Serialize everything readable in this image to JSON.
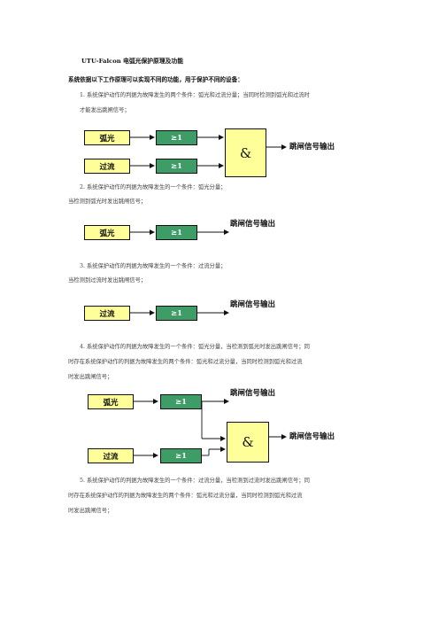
{
  "doc": {
    "title": "UTU-Falcon 电弧光保护原理及功能",
    "subtitle": "系统依据以下工作原理可以实现不同的功能，用于保护不同的设备：",
    "p1_line1": "1. 系统保护动作的判据为故障发生的两个条件：弧光和过流分量；当同时检测到弧光和过流时",
    "p1_line2": "才能发出跳闸信号；",
    "p2_line1": "2. 系统保护动作的判据为故障发生的一个条件：弧光分量；",
    "p2_line2": "当检测到弧光时发出跳闸信号；",
    "p3_line1": "3. 系统保护动作的判据为故障发生的一个条件：过流分量；",
    "p3_line2": "当检测到过流时发出跳闸信号；",
    "p4_line1": "4. 系统保护动作的判据为故障发生的一个条件：弧光分量，当检测到弧光时发出跳闸信号；同",
    "p4_line2": "时存在系统保护动作的判据为故障发生的两个条件：弧光和过流分量，当同时检测到弧光和过流",
    "p4_line3": "时发出跳闸信号；",
    "p5_line1": "5. 系统保护动作的判据为故障发生的一个条件：过流分量，当检测到过流时发出跳闸信号；同",
    "p5_line2": "时存在系统保护动作的判据为故障发生的两个条件：弧光和过流分量，当同时检测到弧光和过流",
    "p5_line3": "时发出跳闸信号；"
  },
  "diagram": {
    "arc": "弧光",
    "overcurrent": "过流",
    "or_gate": "≥1",
    "and_gate": "&",
    "trip_output": "跳闸信号输出"
  },
  "colors": {
    "input_box": "#ffff99",
    "or_box": "#3e9c66",
    "and_box": "#ffff99"
  }
}
